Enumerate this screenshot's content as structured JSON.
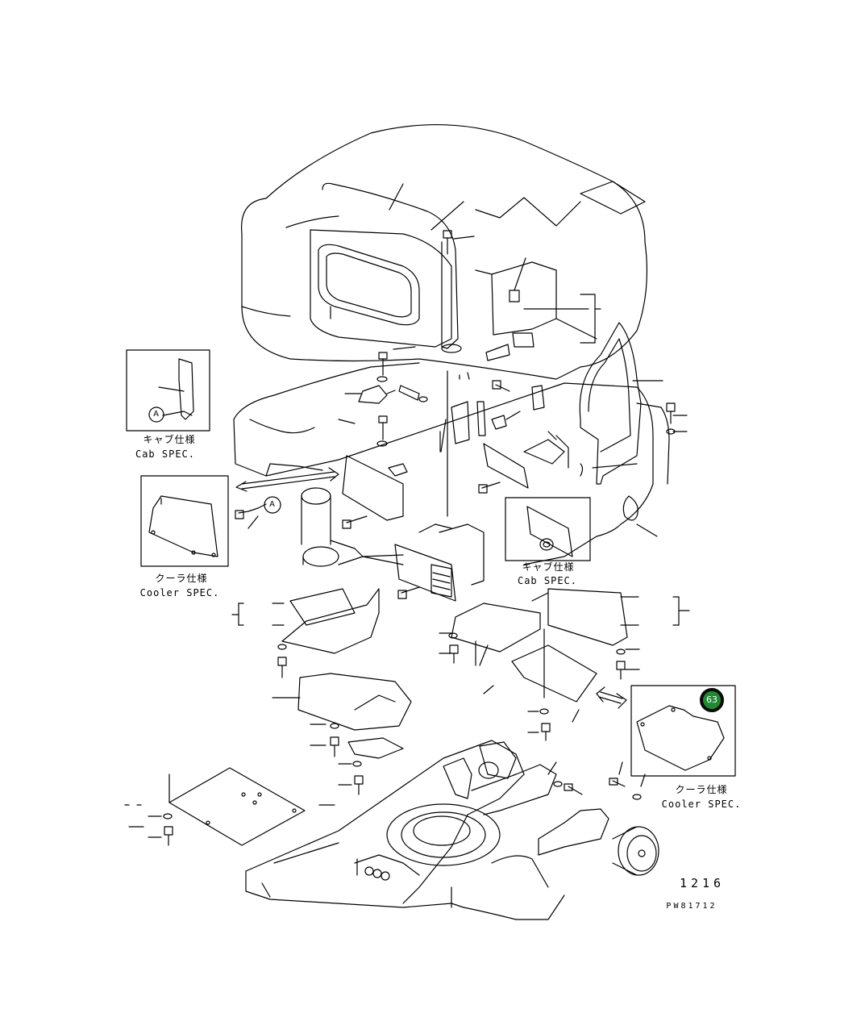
{
  "inset_labels": {
    "cab_spec_1_jp": "キャブ仕様",
    "cab_spec_1_en": "Cab SPEC.",
    "cooler_spec_1_jp": "クーラ仕様",
    "cooler_spec_1_en": "Cooler SPEC.",
    "cab_spec_2_jp": "キャブ仕様",
    "cab_spec_2_en": "Cab SPEC.",
    "cooler_spec_2_jp": "クーラ仕様",
    "cooler_spec_2_en": "Cooler SPEC."
  },
  "reference_marks": {
    "a_inset": "A",
    "a_main": "A"
  },
  "hotspot": {
    "label": "63",
    "color": "#1e8b2f"
  },
  "figure": {
    "number": "1216",
    "drawing_code": "PW81712"
  }
}
